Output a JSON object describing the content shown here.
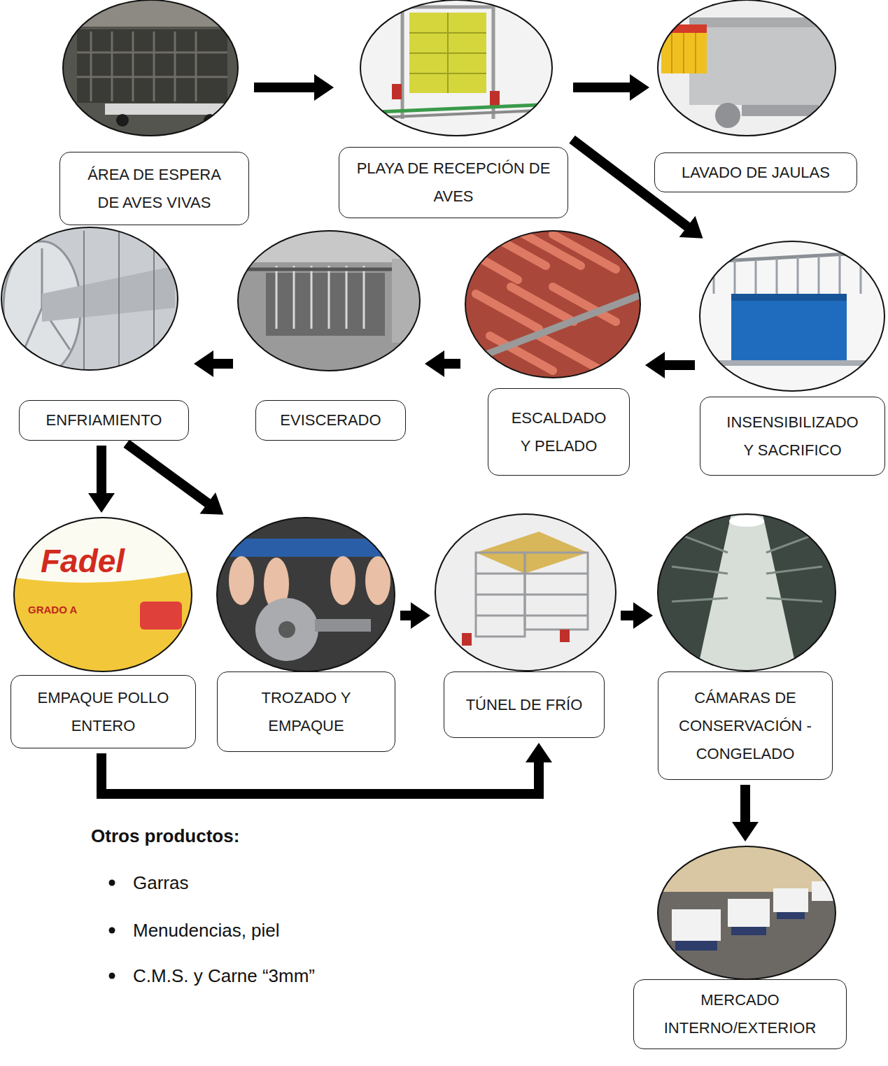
{
  "diagram": {
    "nodes": [
      {
        "text": [
          "ÁREA DE ESPERA DE AVES VIVAS"
        ]
      },
      {
        "text": [
          "PLAYA DE RECEPCIÓN DE AVES"
        ]
      },
      {
        "text": [
          "LAVADO DE JAULAS"
        ]
      },
      {
        "text": [
          "ENFRIAMIENTO"
        ]
      },
      {
        "text": [
          "EVISCERADO"
        ]
      },
      {
        "text": [
          "ESCALDADO Y PELADO"
        ]
      },
      {
        "text": [
          "INSENSIBILIZADO Y SACRIFICO"
        ]
      },
      {
        "text": [
          "EMPAQUE POLLO ENTERO"
        ]
      },
      {
        "text": [
          "TROZADO Y EMPAQUE"
        ]
      },
      {
        "text": [
          "TÚNEL DE FRÍO"
        ]
      },
      {
        "text": [
          "CÁMARAS DE CONSERVACIÓN - CONGELADO"
        ]
      },
      {
        "text": [
          "MERCADO INTERNO/EXTERIOR"
        ]
      }
    ],
    "edges": [
      {
        "from": 0,
        "to": 1,
        "arrow": "to"
      },
      {
        "from": 1,
        "to": 2,
        "arrow": "to"
      },
      {
        "from": 1,
        "to": 6,
        "arrow": "to"
      },
      {
        "from": 6,
        "to": 5,
        "arrow": "to"
      },
      {
        "from": 5,
        "to": 4,
        "arrow": "to"
      },
      {
        "from": 4,
        "to": 3,
        "arrow": "to"
      },
      {
        "from": 3,
        "to": 7,
        "arrow": "to"
      },
      {
        "from": 3,
        "to": 8,
        "arrow": "to"
      },
      {
        "from": 8,
        "to": 9,
        "arrow": "to"
      },
      {
        "from": 7,
        "to": 9,
        "arrow": "to"
      },
      {
        "from": 9,
        "to": 10,
        "arrow": "to"
      },
      {
        "from": 10,
        "to": 11,
        "arrow": "to"
      }
    ],
    "labels": [
      "Fadel",
      "GRADO A",
      "Otros productos:",
      "Garras",
      "Menudencias, piel",
      "C.M.S. y Carne “3mm”"
    ]
  }
}
